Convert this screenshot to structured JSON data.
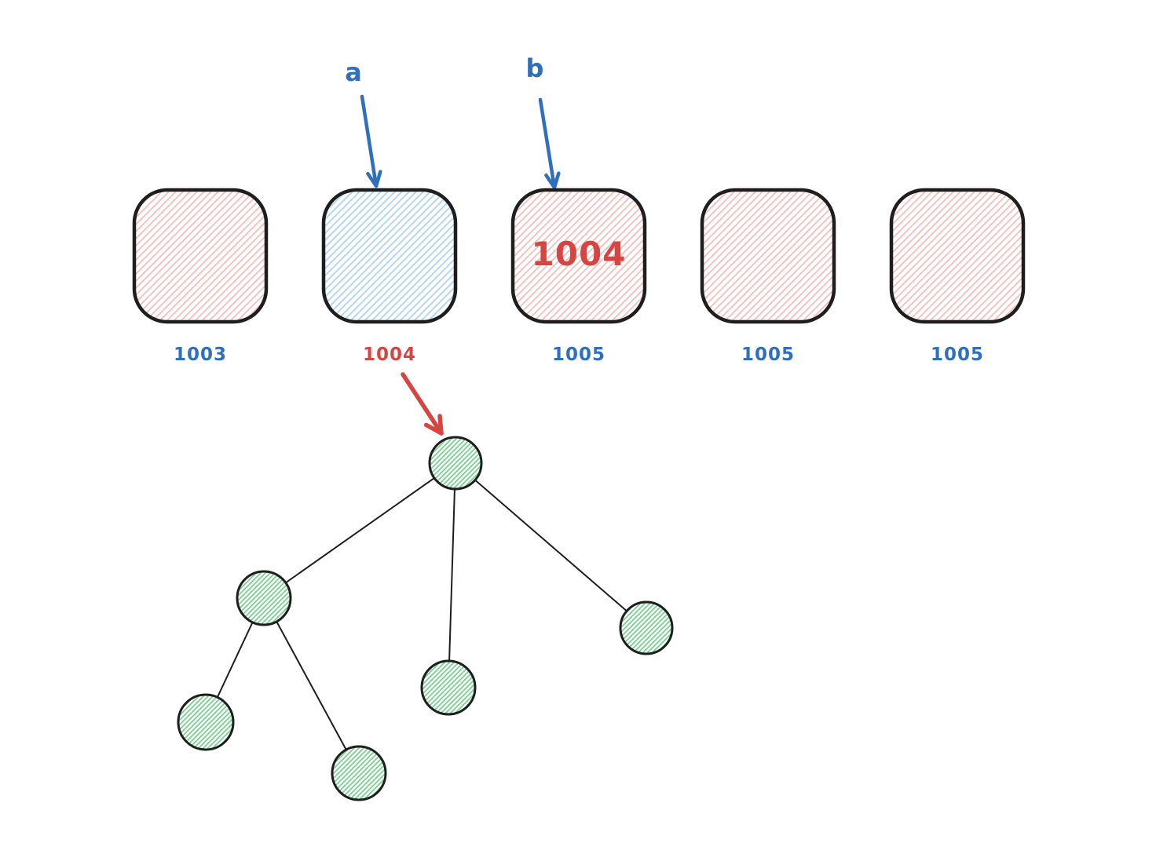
{
  "colors": {
    "background": "#ffffff",
    "outline": "#1e1e1e",
    "blue": "#2f6fbe",
    "red": "#d64541",
    "red_hatch": "#f5bdba",
    "blue_hatch": "#aed4f5",
    "green_hatch": "#7ccd90"
  },
  "pointers": [
    {
      "label": "a",
      "points_to_cell_index": 1
    },
    {
      "label": "b",
      "points_to_cell_index": 2
    }
  ],
  "array": {
    "cells": [
      {
        "label": "1003",
        "fill": "red-hatch",
        "label_color": "blue",
        "value": ""
      },
      {
        "label": "1004",
        "fill": "blue-hatch",
        "label_color": "red",
        "value": ""
      },
      {
        "label": "1005",
        "fill": "red-hatch",
        "label_color": "blue",
        "value": "1004"
      },
      {
        "label": "1005",
        "fill": "red-hatch",
        "label_color": "blue",
        "value": ""
      },
      {
        "label": "1005",
        "fill": "red-hatch",
        "label_color": "blue",
        "value": ""
      }
    ]
  },
  "mapping_arrow": {
    "from_label": "1004",
    "to": "tree-root",
    "color": "red"
  },
  "tree": {
    "fill": "green-hatch",
    "nodes": [
      "root",
      "left",
      "middle",
      "right",
      "left-left",
      "left-right"
    ],
    "edges": [
      [
        "root",
        "left"
      ],
      [
        "root",
        "middle"
      ],
      [
        "root",
        "right"
      ],
      [
        "left",
        "left-left"
      ],
      [
        "left",
        "left-right"
      ]
    ]
  }
}
